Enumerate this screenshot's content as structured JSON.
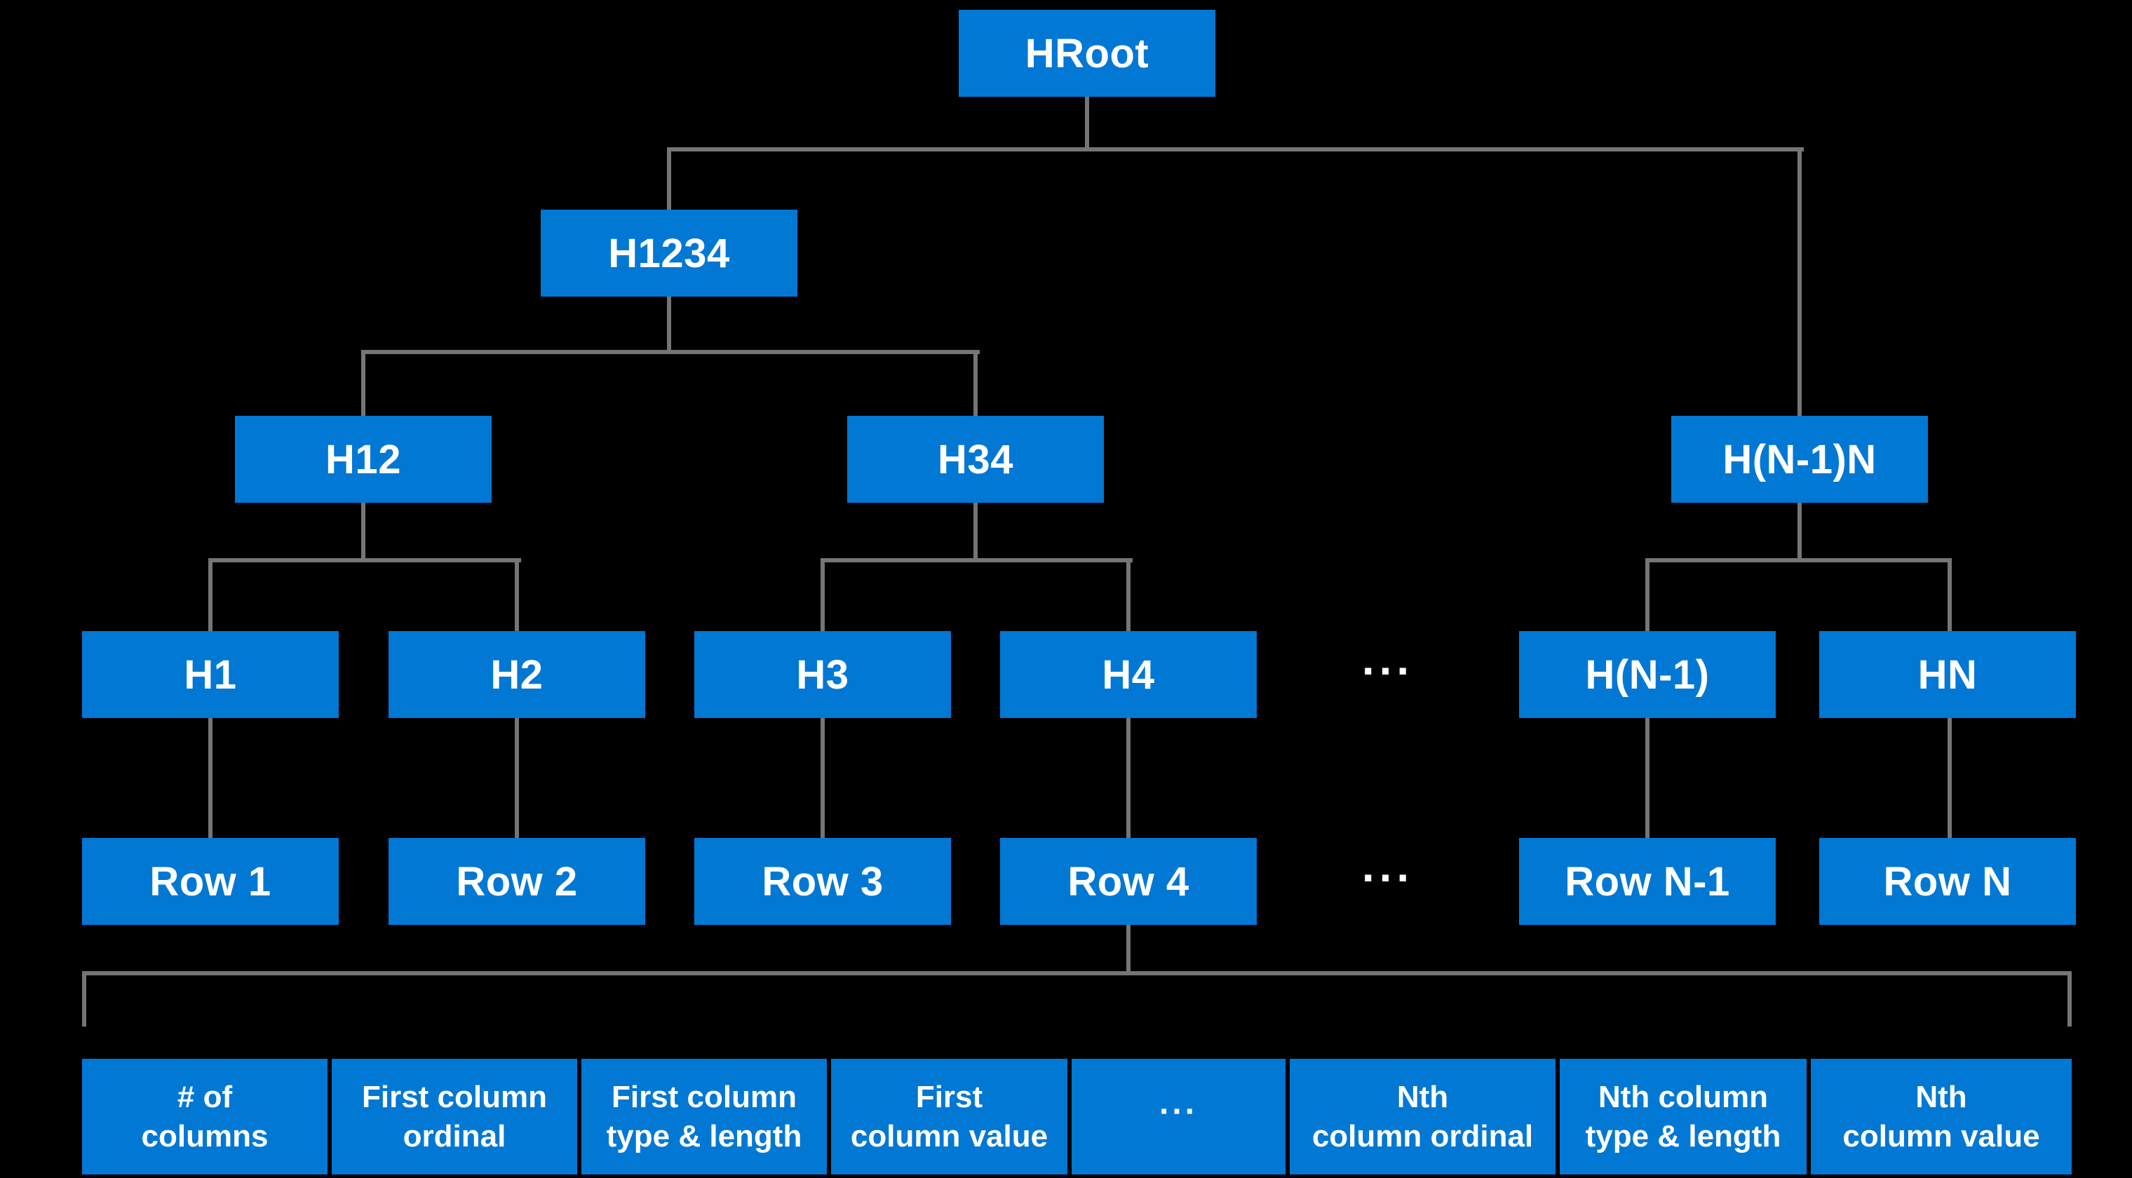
{
  "colors": {
    "background": "#000000",
    "box_fill": "#0078D4",
    "connector_line": "#757575",
    "label_text": "#FFFFFF"
  },
  "tree": {
    "root": "HRoot",
    "h1234": "H1234",
    "h12": "H12",
    "h34": "H34",
    "hn1n": "H(N-1)N",
    "headers": [
      "H1",
      "H2",
      "H3",
      "H4",
      "H(N-1)",
      "HN"
    ],
    "headers_ellipsis": "...",
    "rows": [
      "Row 1",
      "Row 2",
      "Row 3",
      "Row 4",
      "Row N-1",
      "Row N"
    ],
    "rows_ellipsis": "...",
    "row_fields": [
      "# of\ncolumns",
      "First column\nordinal",
      "First column\ntype & length",
      "First\ncolumn value",
      "...",
      "Nth\ncolumn ordinal",
      "Nth column\ntype & length",
      "Nth\ncolumn value"
    ]
  }
}
